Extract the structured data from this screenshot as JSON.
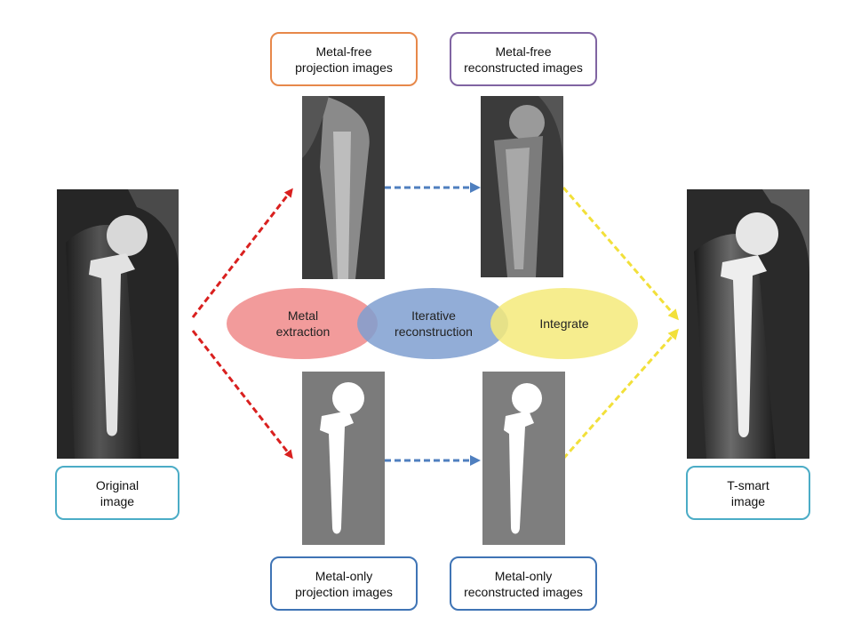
{
  "labels": {
    "original": {
      "line1": "Original",
      "line2": "image",
      "color": "#4bacc6"
    },
    "tsmart": {
      "line1": "T-smart",
      "line2": "image",
      "color": "#4bacc6"
    },
    "metal_free_projection": {
      "line1": "Metal-free",
      "line2": "projection images",
      "color": "#e7884a"
    },
    "metal_free_reconstructed": {
      "line1": "Metal-free",
      "line2": "reconstructed images",
      "color": "#8064a2"
    },
    "metal_only_projection": {
      "line1": "Metal-only",
      "line2": "projection images",
      "color": "#3f74b5"
    },
    "metal_only_reconstructed": {
      "line1": "Metal-only",
      "line2": "reconstructed images",
      "color": "#3f74b5"
    }
  },
  "venn": {
    "metal_extraction": {
      "line1": "Metal",
      "line2": "extraction",
      "color": "#f08a8a"
    },
    "iterative_reconstruction": {
      "line1": "Iterative",
      "line2": "reconstruction",
      "color": "#7f9fd0"
    },
    "integrate": {
      "line1": "Integrate",
      "color": "#f5ea7a"
    }
  },
  "arrow_colors": {
    "extraction": "#d9201f",
    "reconstruction": "#4f7fbf",
    "integrate": "#f2e03a"
  }
}
